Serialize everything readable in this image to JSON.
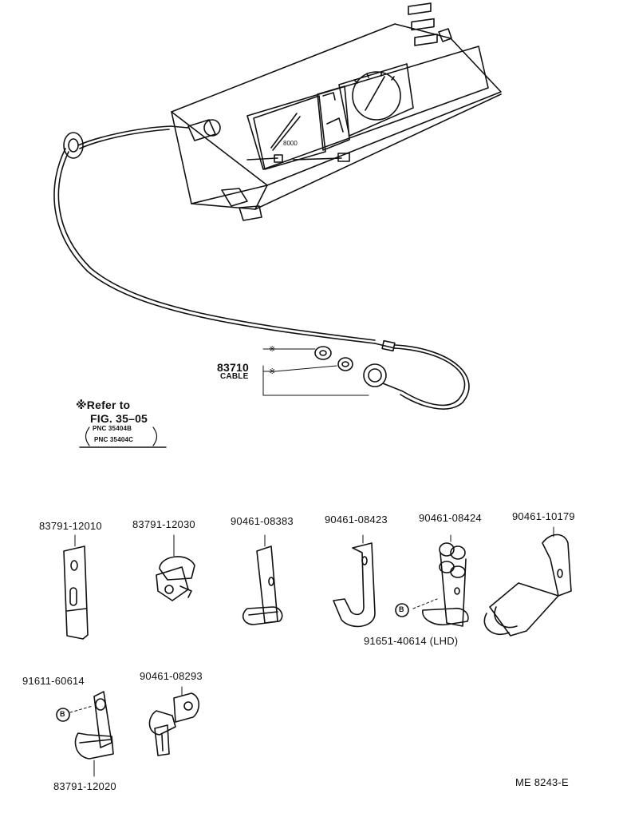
{
  "labels": {
    "cable_pn": "83710",
    "cable_name": "CABLE",
    "refer_mark": "※Refer to",
    "fig_ref": "FIG. 35–05",
    "pnc_a": "PNC 35404B",
    "pnc_b": "PNC 35404C",
    "p1": "83791-12010",
    "p2": "83791-12030",
    "p3": "90461-08383",
    "p4": "90461-08423",
    "p5": "90461-08424",
    "p6": "90461-10179",
    "p7": "91651-40614 (LHD)",
    "p8": "91611-60614",
    "p9": "90461-08293",
    "p10": "83791-12020",
    "diagram_code": "ME 8243-E",
    "bolt_mark": "B"
  }
}
